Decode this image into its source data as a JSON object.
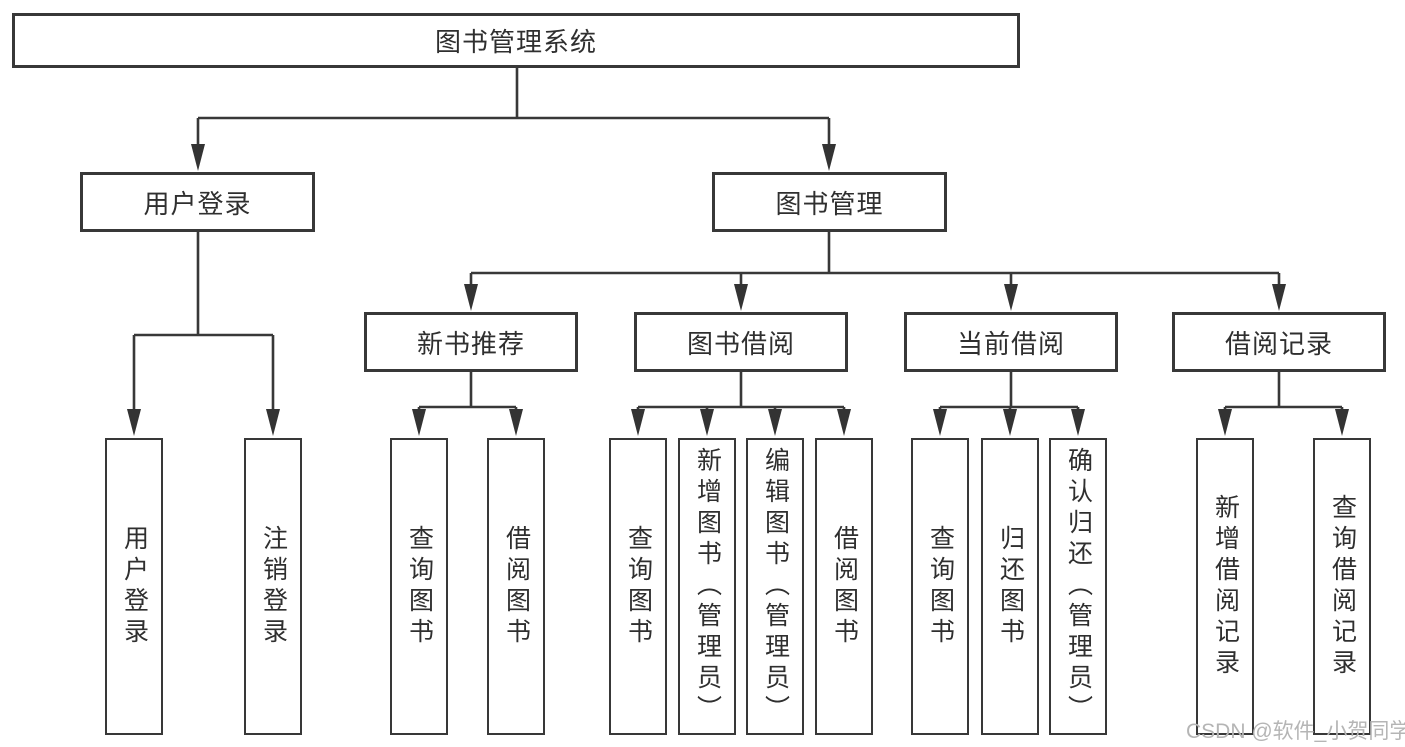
{
  "diagram_type": "hierarchy-tree",
  "tree": {
    "label": "图书管理系统",
    "children": [
      {
        "label": "用户登录",
        "children": [
          {
            "label": "用户登录"
          },
          {
            "label": "注销登录"
          }
        ]
      },
      {
        "label": "图书管理",
        "children": [
          {
            "label": "新书推荐",
            "children": [
              {
                "label": "查询图书"
              },
              {
                "label": "借阅图书"
              }
            ]
          },
          {
            "label": "图书借阅",
            "children": [
              {
                "label": "查询图书"
              },
              {
                "label": "新增图书（管理员）"
              },
              {
                "label": "编辑图书（管理员）"
              },
              {
                "label": "借阅图书"
              }
            ]
          },
          {
            "label": "当前借阅",
            "children": [
              {
                "label": "查询图书"
              },
              {
                "label": "归还图书"
              },
              {
                "label": "确认归还（管理员）"
              }
            ]
          },
          {
            "label": "借阅记录",
            "children": [
              {
                "label": "新增借阅记录"
              },
              {
                "label": "查询借阅记录"
              }
            ]
          }
        ]
      }
    ]
  },
  "watermark": {
    "text": "CSDN @软件_小贺同学",
    "color": "#b5b5b5"
  },
  "colors": {
    "background": "#ffffff",
    "line": "#383838",
    "text": "#2f2f2f"
  }
}
